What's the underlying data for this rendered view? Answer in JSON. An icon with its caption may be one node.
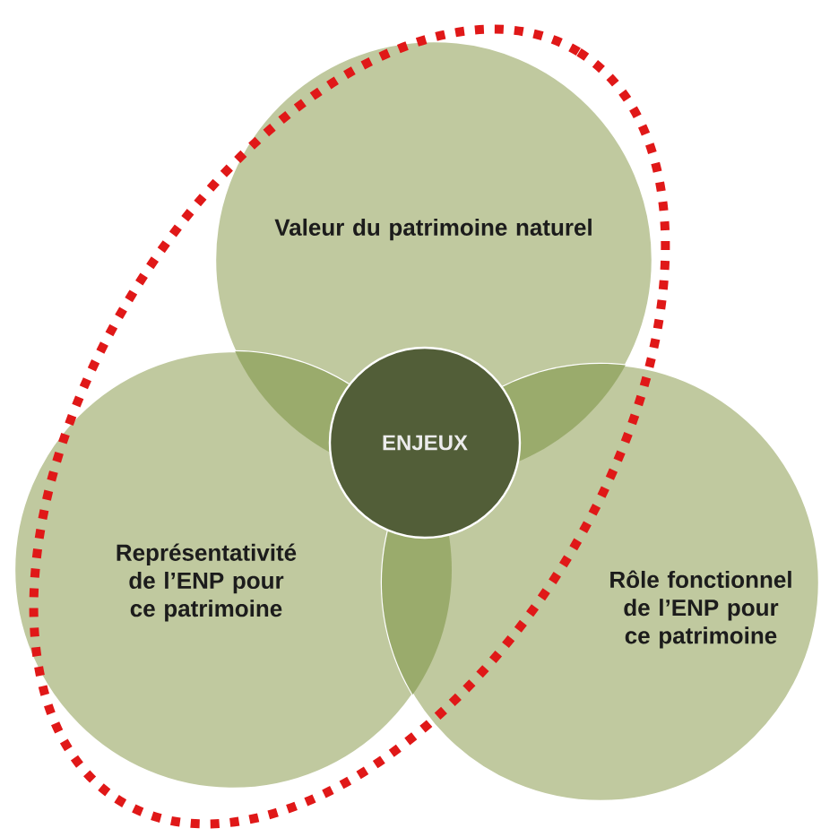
{
  "diagram": {
    "nodes": [
      {
        "text": [
          "Valeur du patrimoine naturel"
        ]
      },
      {
        "text": [
          "Représentativité de l’ENP pour ce patrimoine"
        ]
      },
      {
        "text": [
          "Rôle fonctionnel de l’ENP pour ce patrimoine"
        ]
      },
      {
        "text": [
          "ENJEUX"
        ]
      }
    ]
  }
}
